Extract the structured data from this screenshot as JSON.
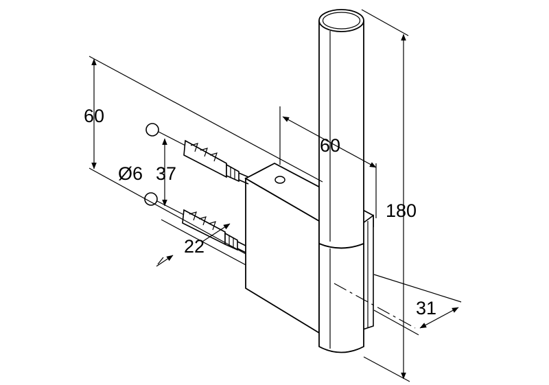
{
  "drawing": {
    "subject": "door hinge technical drawing",
    "line_color": "#000000",
    "background": "#ffffff"
  },
  "dimensions": {
    "top_depth": "60",
    "plate_width": "60",
    "height": "180",
    "hole_spacing": "37",
    "diameter": "Ø6",
    "pin_length": "22",
    "thickness": "31"
  }
}
